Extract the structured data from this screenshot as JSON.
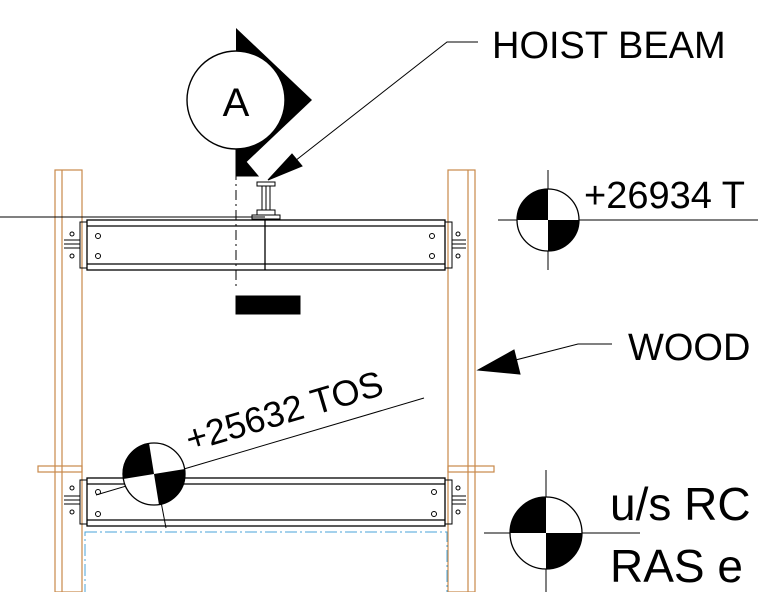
{
  "section_marker": {
    "letter": "A"
  },
  "callouts": {
    "hoist_beam": "HOIST BEAM",
    "wood": "WOOD"
  },
  "levels": {
    "top": "+26934 T",
    "mid": "+25632 TOS",
    "bottom_line1": "u/s RC",
    "bottom_line2": "RAS e"
  },
  "colors": {
    "linework": "#000000",
    "wood_post": "#c8894a",
    "hidden_line": "#4aa3d8",
    "background": "#ffffff"
  }
}
